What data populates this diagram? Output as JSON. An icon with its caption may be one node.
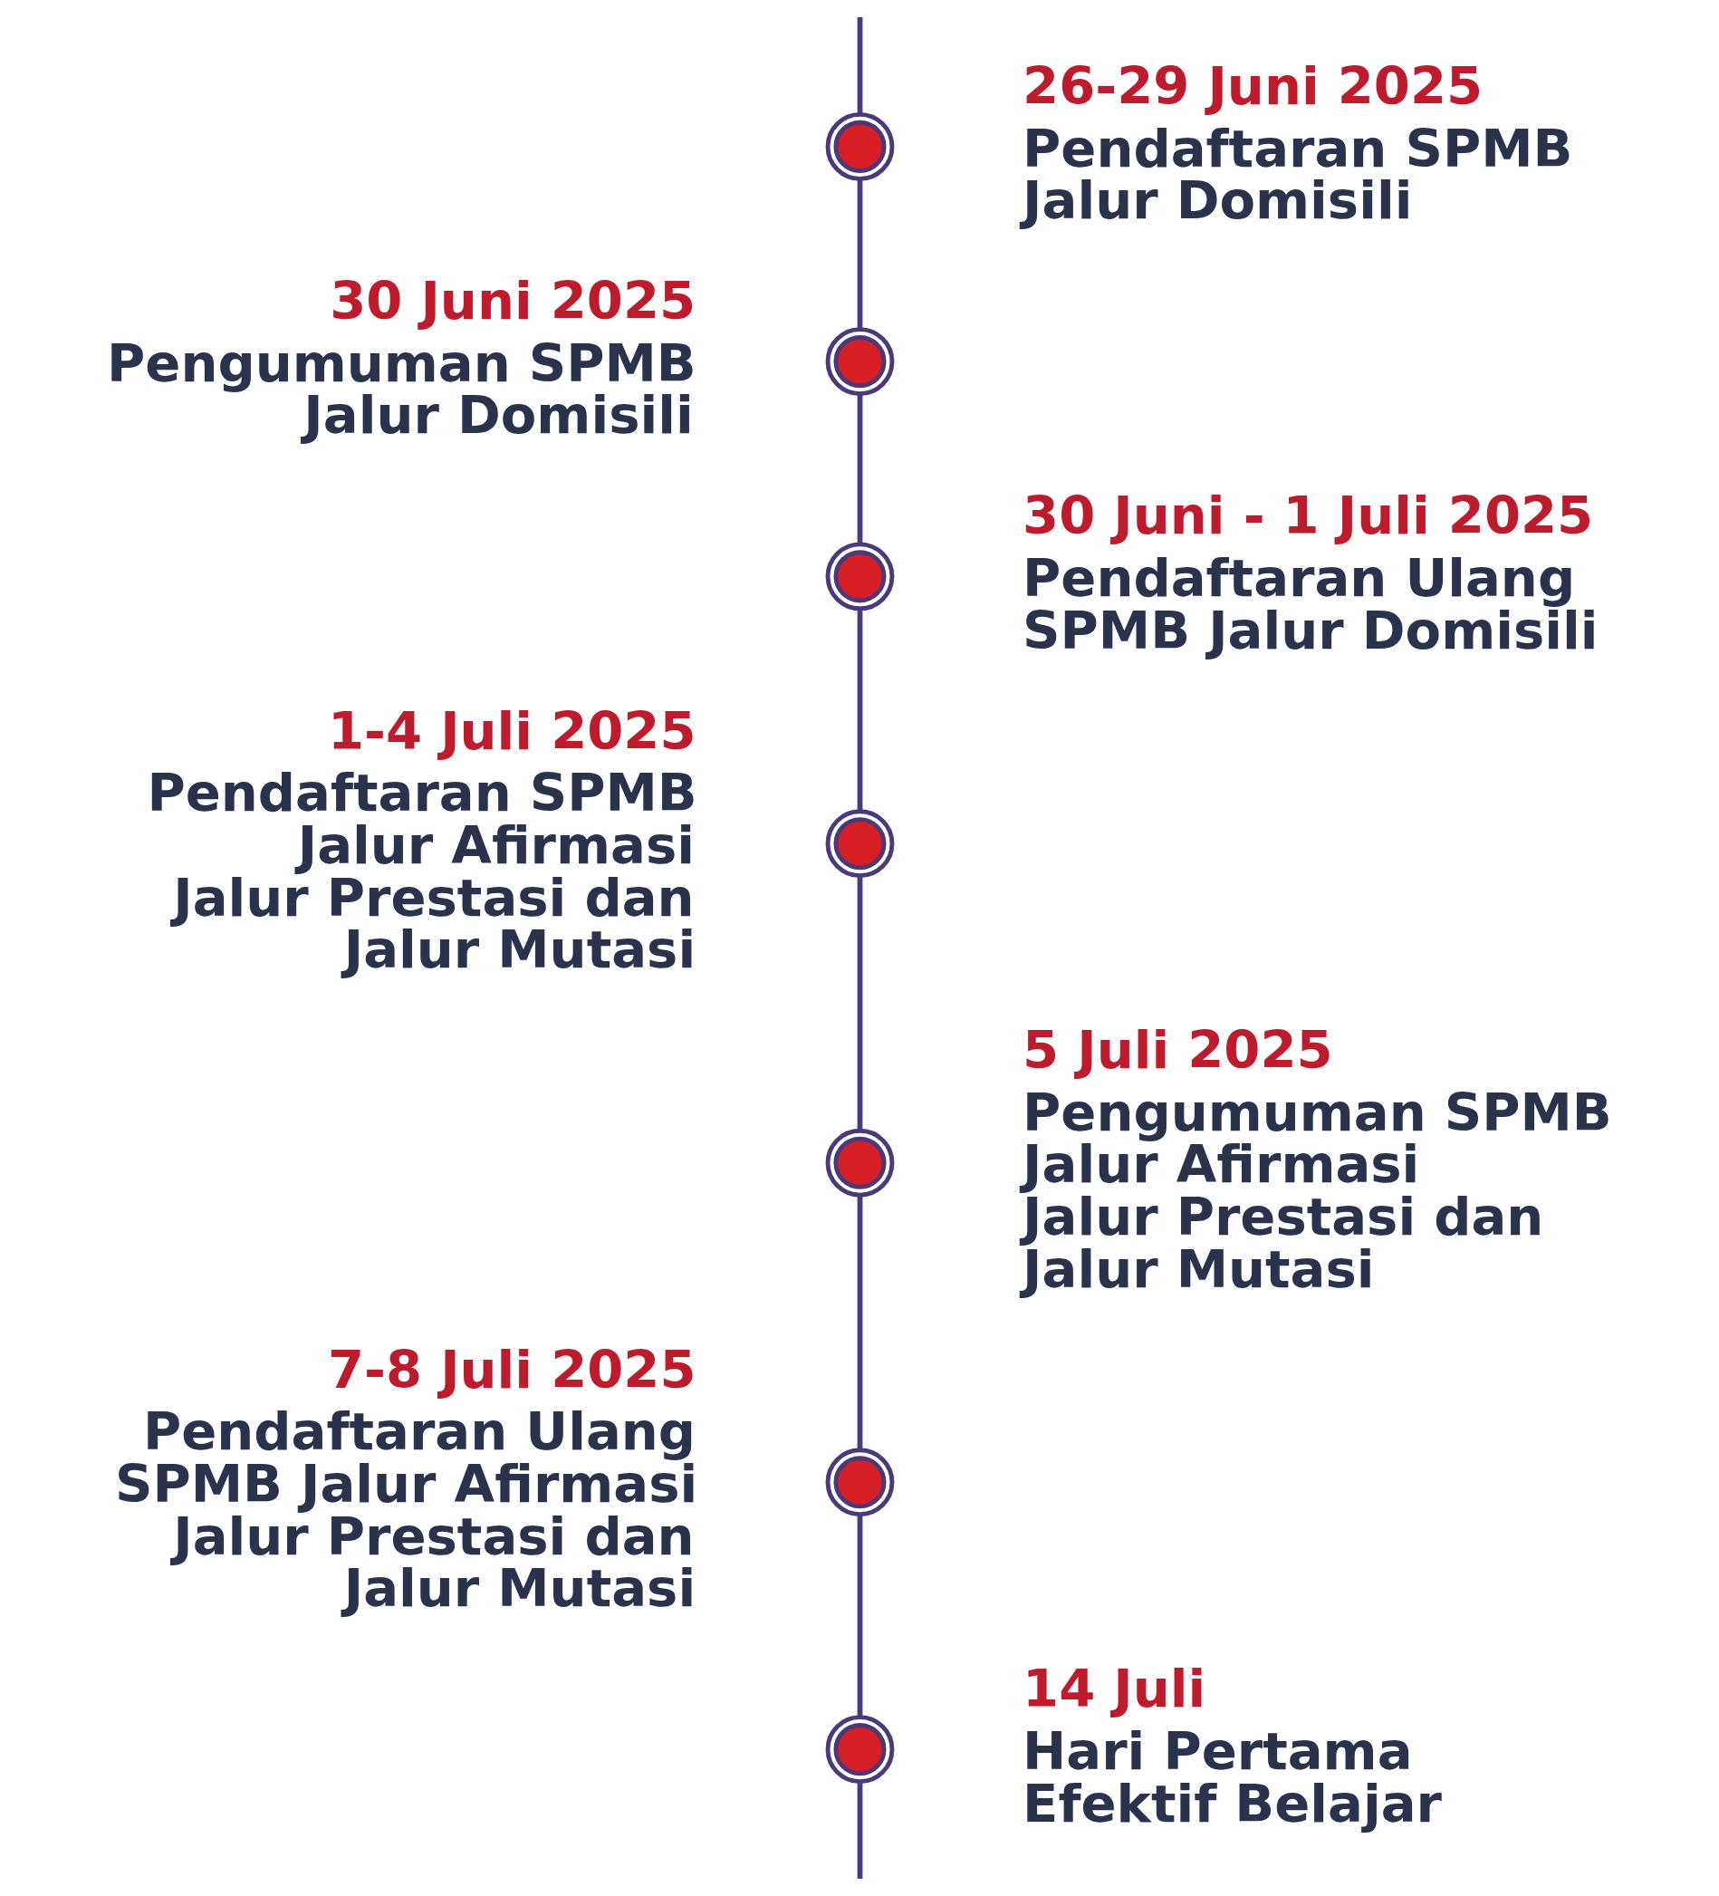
{
  "diagram": {
    "nodes": [
      {
        "text": [],
        "shape": "circle",
        "beside": [
          "26-29 Juni 2025",
          "Pendaftaran SPMB Jalur Domisili"
        ]
      },
      {
        "text": [],
        "shape": "circle",
        "beside": [
          "30 Juni 2025",
          "Pengumuman SPMB Jalur Domisili"
        ]
      },
      {
        "text": [],
        "shape": "circle",
        "beside": [
          "30 Juni - 1 Juli 2025",
          "Pendaftaran Ulang SPMB Jalur Domisili"
        ]
      },
      {
        "text": [],
        "shape": "circle",
        "beside": [
          "1-4 Juli 2025",
          "Pendaftaran SPMB Jalur Afirmasi Jalur Prestasi dan Jalur Mutasi"
        ]
      },
      {
        "text": [],
        "shape": "circle",
        "beside": [
          "5 Juli 2025",
          "Pengumuman SPMB Jalur Afirmasi Jalur Prestasi dan Jalur Mutasi"
        ]
      },
      {
        "text": [],
        "shape": "circle",
        "beside": [
          "7-8 Juli 2025",
          "Pendaftaran Ulang SPMB Jalur Afirmasi Jalur Prestasi dan Jalur Mutasi"
        ]
      },
      {
        "text": [],
        "shape": "circle",
        "beside": [
          "14 Juli",
          "Hari Pertama Efektif Belajar"
        ]
      }
    ],
    "edges": [
      {
        "from": null,
        "to": 0,
        "arrow": "none"
      },
      {
        "from": 0,
        "to": 1,
        "arrow": "none"
      },
      {
        "from": 1,
        "to": 2,
        "arrow": "none"
      },
      {
        "from": 2,
        "to": 3,
        "arrow": "none"
      },
      {
        "from": 3,
        "to": 4,
        "arrow": "none"
      },
      {
        "from": 4,
        "to": 5,
        "arrow": "none"
      },
      {
        "from": 5,
        "to": 6,
        "arrow": "none"
      },
      {
        "from": 6,
        "to": null,
        "arrow": "none"
      }
    ]
  }
}
